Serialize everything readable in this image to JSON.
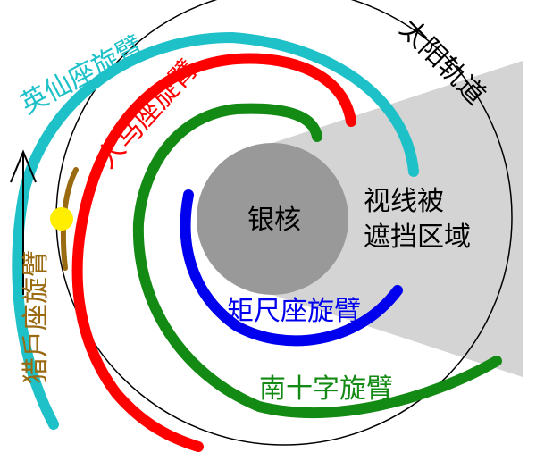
{
  "labels": {
    "galactic_core": "银核",
    "obscured_region_line1": "视线被",
    "obscured_region_line2": "遮挡区域",
    "sun_orbit": "太阳轨道",
    "perseus_arm": "英仙座旋臂",
    "sagittarius_arm": "人马座旋臂",
    "orion_arm": "猎戶座旋臂",
    "norma_arm": "矩尺座旋臂",
    "crux_arm": "南十字旋臂"
  },
  "colors": {
    "perseus_arm": "#1fc1c9",
    "sagittarius_arm": "#ff0000",
    "crux_arm": "#138a13",
    "norma_arm": "#0000ee",
    "orion_arm": "#9a6a10",
    "sun": "#ffee00",
    "core": "#999999",
    "obscured_region": "#d4d4d4",
    "orbit": "#000000",
    "text": "#000000"
  }
}
